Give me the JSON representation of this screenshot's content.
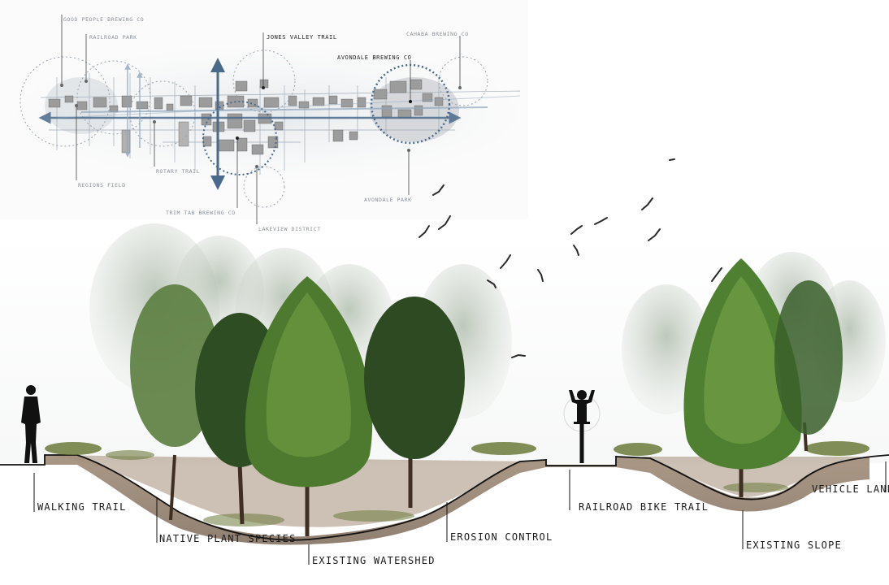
{
  "map": {
    "labels": {
      "good_people": "GOOD PEOPLE BREWING CO",
      "railroad_park": "RAILROAD PARK",
      "jones_valley": "JONES VALLEY TRAIL",
      "cahaba": "CAHABA BREWING CO",
      "avondale_brewing": "AVONDALE BREWING CO",
      "regions_field": "REGIONS FIELD",
      "rotary_trail": "ROTARY TRAIL",
      "avondale_park": "AVONDALE PARK",
      "trim_tab": "TRIM TAB BREWING CO",
      "lakeview": "LAKEVIEW DISTRICT"
    }
  },
  "section": {
    "labels": {
      "walking_trail": "WALKING TRAIL",
      "native_plants": "NATIVE PLANT SPECIES",
      "watershed": "EXISTING WATERSHED",
      "erosion": "EROSION CONTROL",
      "railroad_bike": "RAILROAD BIKE TRAIL",
      "slope": "EXISTING SLOPE",
      "vehicle_lane": "VEHICLE LANE"
    }
  },
  "colors": {
    "axis_blue": "#4a6a8c",
    "ground_brown": "#8a7460",
    "tree_green": "#3f6a2c"
  }
}
